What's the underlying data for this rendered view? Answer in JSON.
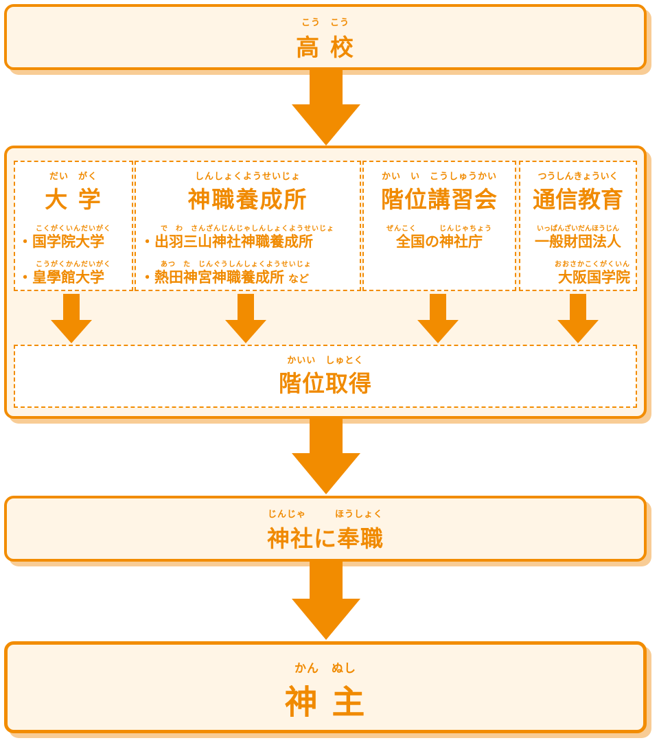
{
  "high_school": {
    "ruby": "こう　こう",
    "label": "高 校"
  },
  "middle": {
    "university": {
      "ruby": "だい　がく",
      "label": "大 学",
      "items": [
        {
          "ruby": "こくがくいんだいがく",
          "label": "・国学院大学"
        },
        {
          "ruby": "こうがくかんだいがく",
          "label": "・皇學館大学"
        }
      ]
    },
    "training": {
      "ruby": "しんしょくようせいじょ",
      "label": "神職養成所",
      "items": [
        {
          "ruby": "で　わ　さんざんじんじゃしんしょくようせいじょ",
          "label": "・出羽三山神社神職養成所"
        },
        {
          "ruby": "あつ　た　じんぐうしんしょくようせいじょ",
          "label": "・熱田神宮神職養成所",
          "suffix": "など"
        }
      ]
    },
    "course": {
      "ruby": "かい　い　こうしゅうかい",
      "label": "階位講習会",
      "items": [
        {
          "ruby": "ぜんこく　　　じんじゃちょう",
          "label": "全国の神社庁"
        }
      ]
    },
    "correspondence": {
      "ruby": "つうしんきょういく",
      "label": "通信教育",
      "items": [
        {
          "ruby": "いっぱんざいだんほうじん",
          "label": "一般財団法人"
        },
        {
          "ruby": "おおさかこくがくいん",
          "label": "大阪国学院"
        }
      ]
    },
    "rank": {
      "ruby": "かいい　しゅとく",
      "label": "階位取得"
    }
  },
  "shrine_service": {
    "ruby": "じんじゃ　　　ほうしょく",
    "label": "神社に奉職"
  },
  "priest": {
    "ruby": "かん　ぬし",
    "label": "神 主"
  },
  "colors": {
    "accent": "#f28c00",
    "fill": "#fff5e6",
    "shadow": "#f8cc95"
  }
}
